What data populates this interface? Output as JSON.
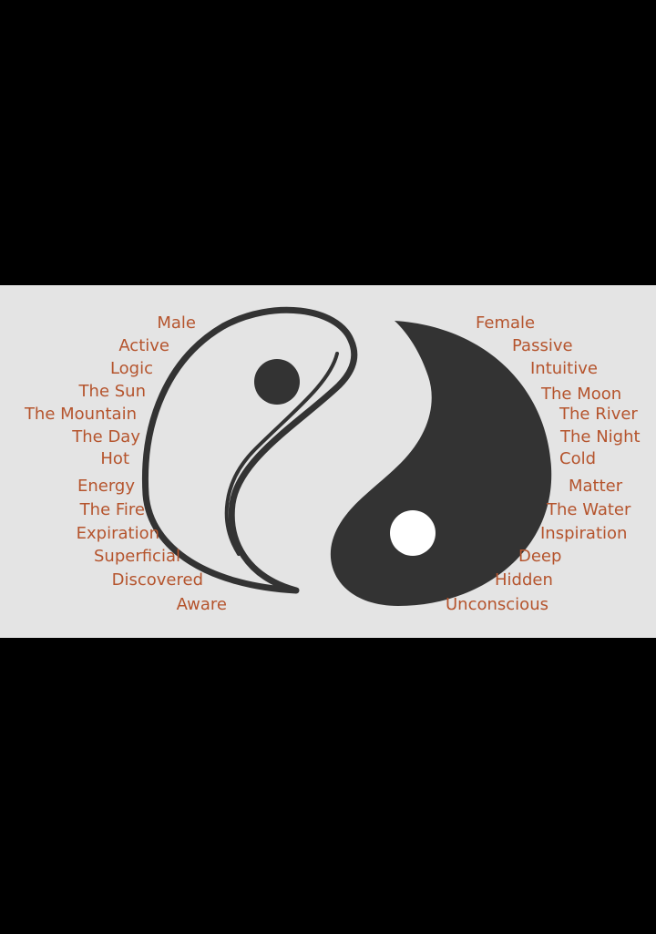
{
  "colors": {
    "background": "#000000",
    "panel": "#e4e4e4",
    "label": "#b5542d",
    "symbol_dark": "#333333",
    "symbol_light": "#ffffff"
  },
  "yang_labels": [
    "Male",
    "Active",
    "Logic",
    "The Sun",
    "The Mountain",
    "The Day",
    "Hot",
    "Energy",
    "The Fire",
    "Expiration",
    "Superficial",
    "Discovered",
    "Aware"
  ],
  "yin_labels": [
    "Female",
    "Passive",
    "Intuitive",
    "The Moon",
    "The River",
    "The Night",
    "Cold",
    "Matter",
    "The Water",
    "Inspiration",
    "Deep",
    "Hidden",
    "Unconscious"
  ]
}
